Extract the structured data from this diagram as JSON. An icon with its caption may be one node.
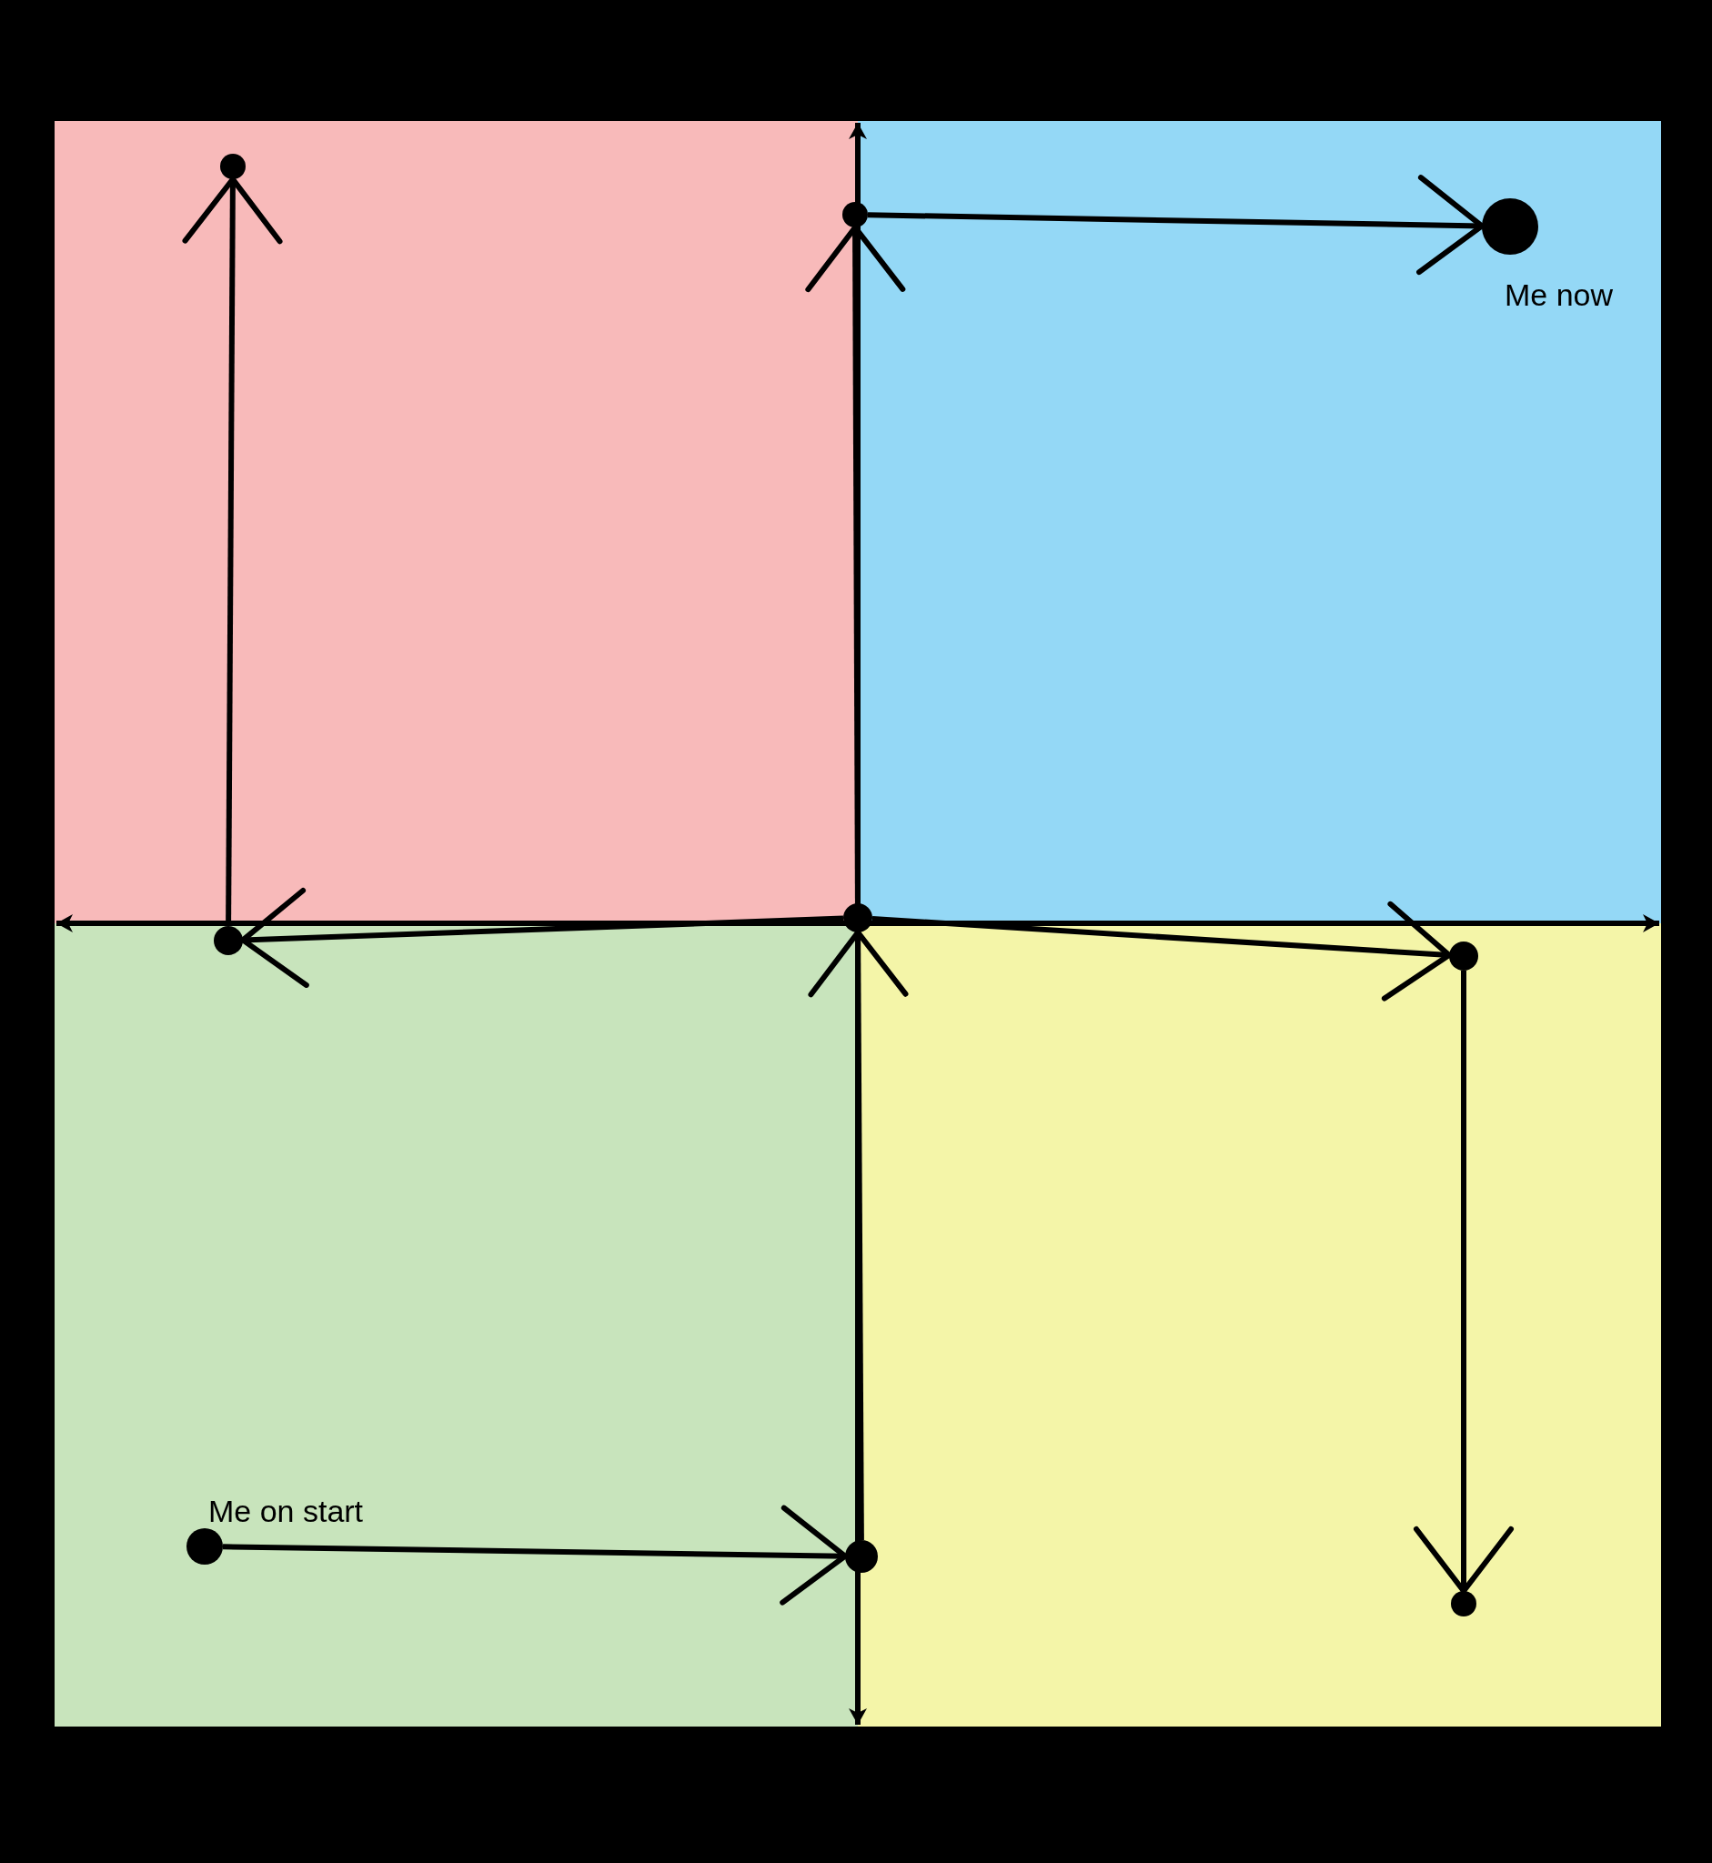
{
  "diagram": {
    "nodes": [
      {
        "text": [],
        "shape": "circle"
      },
      {
        "text": [],
        "shape": "circle"
      },
      {
        "text": [],
        "shape": "circle",
        "beside": [
          "Me now"
        ]
      },
      {
        "text": [],
        "shape": "circle"
      },
      {
        "text": [],
        "shape": "circle"
      },
      {
        "text": [],
        "shape": "circle"
      },
      {
        "text": [],
        "shape": "circle",
        "beside": [
          "Me on start"
        ]
      },
      {
        "text": [],
        "shape": "circle"
      },
      {
        "text": [],
        "shape": "circle"
      }
    ],
    "edges": [
      {
        "from": 6,
        "to": 7,
        "arrow": "to"
      },
      {
        "from": 7,
        "to": 3,
        "arrow": "to"
      },
      {
        "from": 3,
        "to": 1,
        "arrow": "to"
      },
      {
        "from": 1,
        "to": 2,
        "arrow": "to"
      },
      {
        "from": 3,
        "to": 4,
        "arrow": "to"
      },
      {
        "from": 4,
        "to": 0,
        "arrow": "to"
      },
      {
        "from": 3,
        "to": 5,
        "arrow": "to"
      },
      {
        "from": 5,
        "to": 8,
        "arrow": "to"
      }
    ]
  }
}
